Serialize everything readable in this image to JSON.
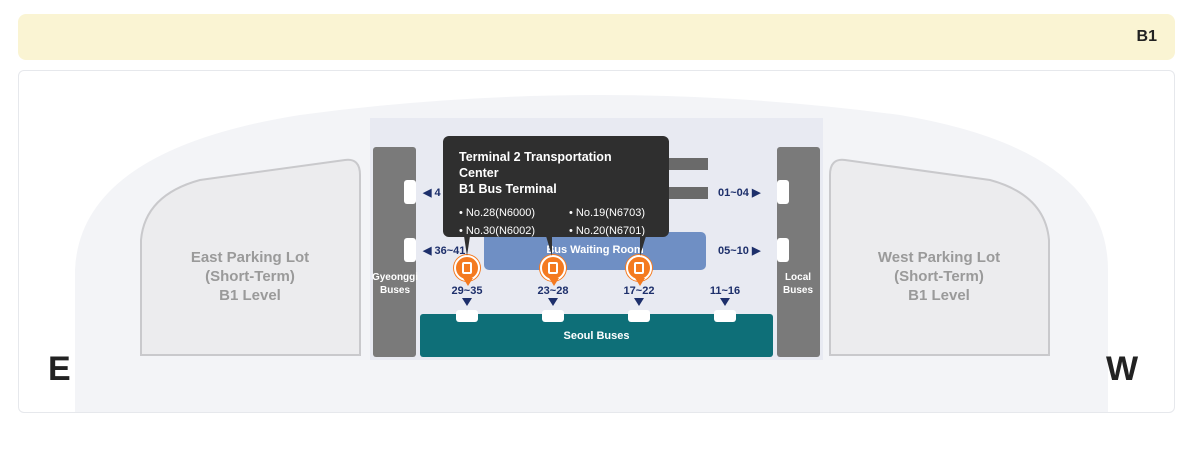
{
  "header": {
    "level": "B1"
  },
  "compass": {
    "east": "E",
    "west": "W"
  },
  "parking": {
    "east": [
      "East Parking Lot",
      "(Short-Term)",
      "B1 Level"
    ],
    "west": [
      "West Parking Lot",
      "(Short-Term)",
      "B1 Level"
    ]
  },
  "zones": {
    "gyeonggi": [
      "Gyeonggi",
      "Buses"
    ],
    "local": [
      "Local",
      "Buses"
    ],
    "seoul": "Seoul Buses",
    "waiting_room": "Bus Waiting Room"
  },
  "gates": {
    "left_top": "◀ 4",
    "left_mid": "◀ 36~41",
    "right_top": "01~04 ▶",
    "right_mid": "05~10 ▶",
    "bottom": [
      "29~35",
      "23~28",
      "17~22",
      "11~16"
    ]
  },
  "tooltip": {
    "title": "Terminal 2 Transportation Center",
    "subtitle": "B1 Bus Terminal",
    "items": [
      "No.28(N6000)",
      "No.19(N6703)",
      "No.30(N6002)",
      "No.20(N6701)"
    ]
  },
  "colors": {
    "banner": "#faf4d3",
    "seoul": "#0e6f78",
    "waiting": "#6f8fc4",
    "pin": "#f47a20",
    "zone": "#7a7a7a"
  }
}
